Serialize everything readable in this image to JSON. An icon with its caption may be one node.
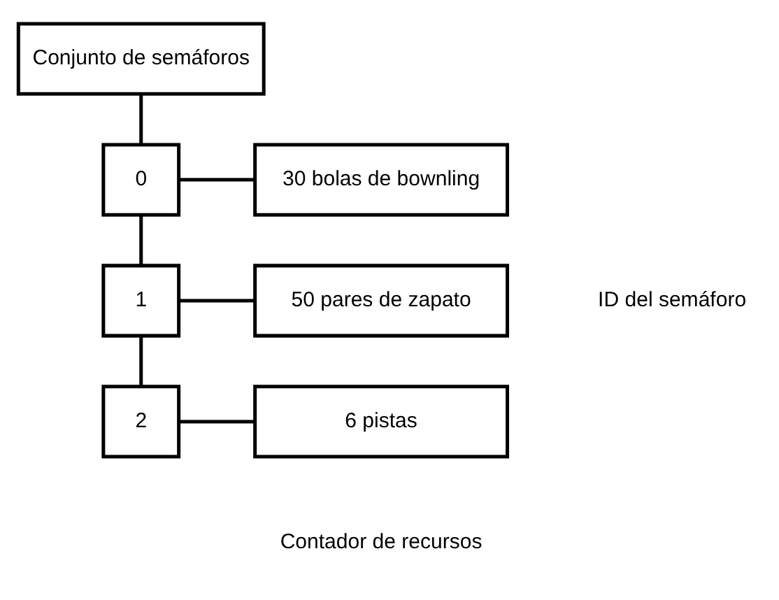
{
  "diagram": {
    "nodes": [
      {
        "text": [
          "Conjunto de semáforos"
        ]
      },
      {
        "text": [
          "0"
        ]
      },
      {
        "text": [
          "1"
        ]
      },
      {
        "text": [
          "2"
        ]
      },
      {
        "text": [
          "30 bolas de bownling"
        ]
      },
      {
        "text": [
          "50 pares de zapato"
        ]
      },
      {
        "text": [
          "6 pistas"
        ]
      }
    ],
    "edges": [
      {
        "from": 0,
        "to": 1,
        "arrow": "none"
      },
      {
        "from": 1,
        "to": 2,
        "arrow": "none"
      },
      {
        "from": 2,
        "to": 3,
        "arrow": "none"
      },
      {
        "from": 1,
        "to": 4,
        "arrow": "none"
      },
      {
        "from": 2,
        "to": 5,
        "arrow": "none"
      },
      {
        "from": 3,
        "to": 6,
        "arrow": "none"
      }
    ],
    "labels": [
      "ID del semáforo",
      "Contador de recursos"
    ]
  }
}
